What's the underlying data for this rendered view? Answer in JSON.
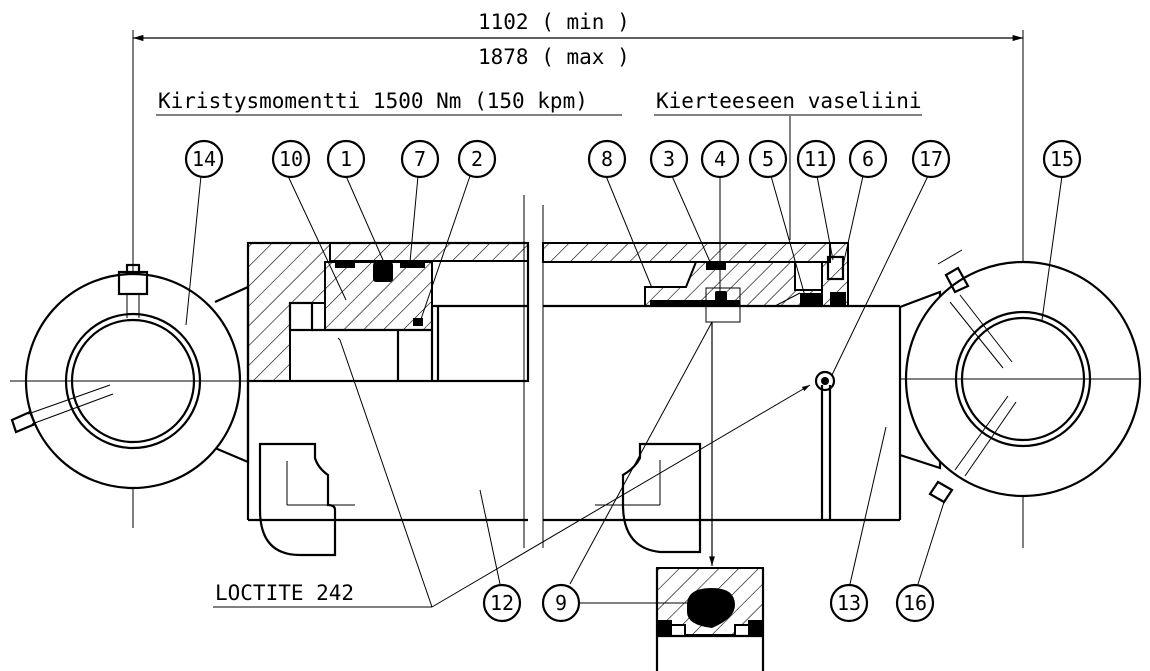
{
  "dimensions": {
    "min_label": "1102  ( min )",
    "max_label": "1878  ( max )"
  },
  "notes": {
    "torque": "Kiristysmomentti 1500 Nm (150 kpm)",
    "vaseline": "Kierteeseen vaseliini",
    "loctite": "LOCTITE 242"
  },
  "balloons": [
    {
      "id": "b14",
      "label": "14"
    },
    {
      "id": "b10",
      "label": "10"
    },
    {
      "id": "b1",
      "label": "1"
    },
    {
      "id": "b7",
      "label": "7"
    },
    {
      "id": "b2",
      "label": "2"
    },
    {
      "id": "b8",
      "label": "8"
    },
    {
      "id": "b3",
      "label": "3"
    },
    {
      "id": "b4",
      "label": "4"
    },
    {
      "id": "b5",
      "label": "5"
    },
    {
      "id": "b11",
      "label": "11"
    },
    {
      "id": "b6",
      "label": "6"
    },
    {
      "id": "b17",
      "label": "17"
    },
    {
      "id": "b15",
      "label": "15"
    },
    {
      "id": "b12",
      "label": "12"
    },
    {
      "id": "b9",
      "label": "9"
    },
    {
      "id": "b13",
      "label": "13"
    },
    {
      "id": "b16",
      "label": "16"
    }
  ]
}
